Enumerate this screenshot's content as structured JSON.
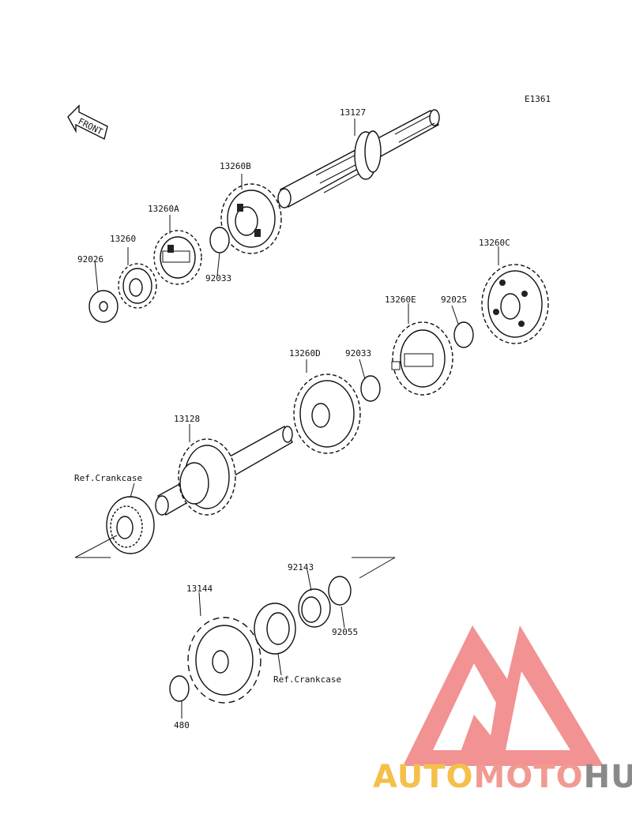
{
  "diagram": {
    "code": "E1361",
    "front_label": "FRONT",
    "parts": {
      "p13127": "13127",
      "p13260B": "13260B",
      "p13260A": "13260A",
      "p13260": "13260",
      "p92026": "92026",
      "p92033a": "92033",
      "p13260C": "13260C",
      "p13260E": "13260E",
      "p92025": "92025",
      "p13260D": "13260D",
      "p92033b": "92033",
      "p13128": "13128",
      "refCrank1": "Ref.Crankcase",
      "p92143": "92143",
      "p92055": "92055",
      "p13144": "13144",
      "refCrank2": "Ref.Crankcase",
      "p480": "480"
    }
  },
  "watermark": {
    "part1": "AUTO",
    "part2": "MOTO",
    "part3": "HUB",
    "colors": {
      "auto": "#f5c04a",
      "moto": "#f19a92",
      "hub": "#8a8a8a",
      "logo": "#f07f7f"
    }
  }
}
